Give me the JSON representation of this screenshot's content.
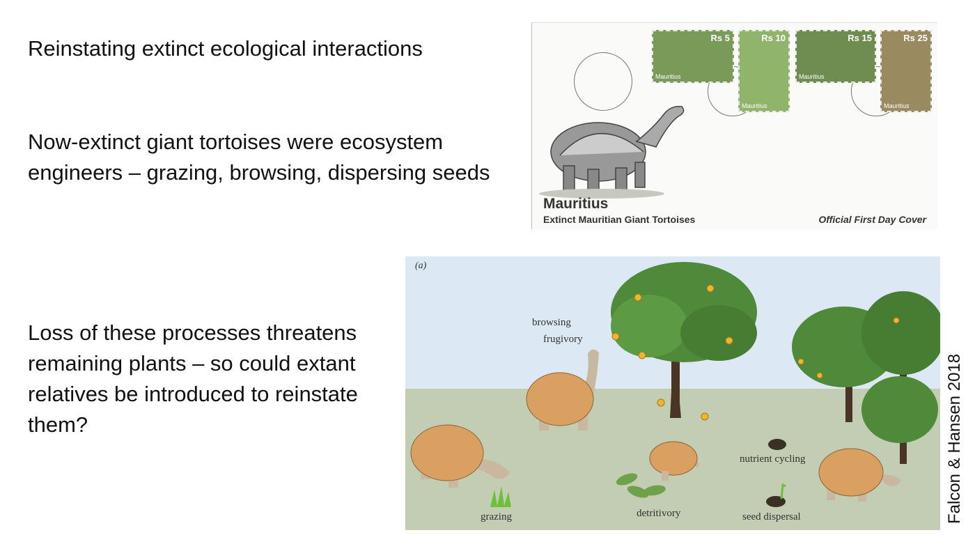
{
  "slide": {
    "title": "Reinstating extinct ecological interactions",
    "paragraph1": "Now-extinct giant tortoises were ecosystem engineers – grazing, browsing, dispersing seeds",
    "paragraph2": "Loss of these processes threatens remaining plants – so could extant relatives be introduced to reinstate them?",
    "credit": "Falcon & Hansen 2018"
  },
  "cover": {
    "country": "Mauritius",
    "subtitle": "Extinct Mauritian Giant Tortoises",
    "fdc": "Official First Day Cover",
    "stamps": [
      {
        "value": "Rs 5",
        "name": "Mauritius"
      },
      {
        "value": "Rs 10",
        "name": "Mauritius"
      },
      {
        "value": "Rs 15",
        "name": "Mauritius"
      },
      {
        "value": "Rs 25",
        "name": "Mauritius"
      }
    ]
  },
  "illustration": {
    "panel_label": "(a)",
    "labels": {
      "browsing": "browsing",
      "frugivory": "frugivory",
      "nutrient_cycling": "nutrient cycling",
      "grazing": "grazing",
      "detritivory": "detritivory",
      "seed_dispersal": "seed dispersal"
    },
    "colors": {
      "sky": "#dce9f5",
      "ground": "#c3cdb3",
      "shell": "#d9a062",
      "tree": "#4f8a3a",
      "fruit": "#f0b52e"
    }
  }
}
